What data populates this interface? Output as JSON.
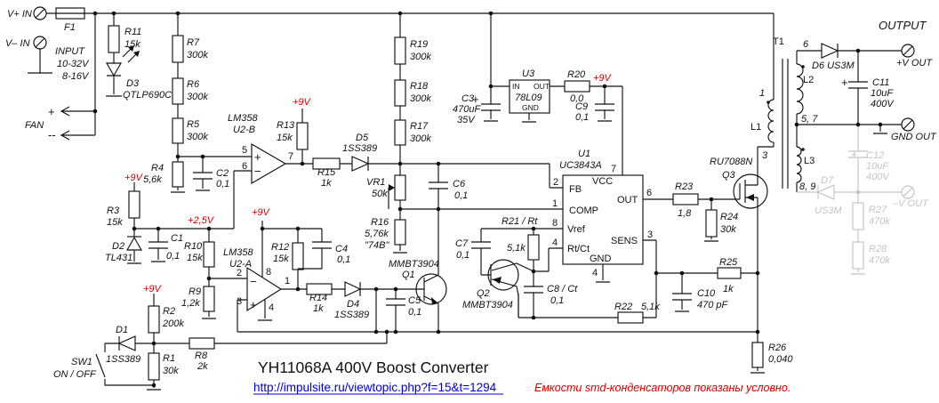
{
  "t": {
    "v_plus_in": "V+ IN",
    "v_minus_in": "V– IN",
    "f1": "F1",
    "input1": "INPUT",
    "input2": "10-32V",
    "input3": "8-16V",
    "fan": "FAN",
    "fan_plus": "+",
    "fan_minus": "--",
    "r11": "R11",
    "r13": "R13",
    "r3": "R3",
    "r10": "R10",
    "r12": "R12",
    "v15k": "15k",
    "d3": "D3",
    "d3_part": "QTLP690C",
    "r7": "R7",
    "r6": "R6",
    "r5": "R5",
    "r19": "R19",
    "r18": "R18",
    "r17": "R17",
    "v300k": "300k",
    "r4": "R4",
    "v5_6k": "5,6k",
    "c1": "C1",
    "c2": "C2",
    "c4": "C4",
    "c5": "C5",
    "c6": "C6",
    "c7": "C7",
    "c9": "C9",
    "v0_1": "0,1",
    "lm358": "LM358",
    "u2b": "U2-B",
    "u2a": "U2-A",
    "p1": "1",
    "p2": "2",
    "p3": "3",
    "p4": "4",
    "p5": "5",
    "p6": "6",
    "p7": "7",
    "p8": "8",
    "sign_plus": "+",
    "sign_minus": "−",
    "p9v": "+9V",
    "p2_5v": "+2,5V",
    "r15": "R15",
    "r14": "R14",
    "v1k": "1k",
    "d5": "D5",
    "d4": "D4",
    "d1": "D1",
    "ss389": "1SS389",
    "d2": "D2",
    "tl431": "TL431",
    "r9": "R9",
    "v1_2k": "1,2k",
    "r2": "R2",
    "v200k": "200k",
    "r1": "R1",
    "v30k": "30k",
    "r8": "R8",
    "v2k": "2k",
    "sw1": "SW1",
    "on_off": "ON / OFF",
    "vr1": "VR1",
    "v50k": "50k",
    "r16": "R16",
    "v5_76k": "5,76k",
    "v74b": "\"74B\"",
    "mmbt3904": "MMBT3904",
    "q1": "Q1",
    "q2": "Q2",
    "q3": "Q3",
    "q3_part": "RU7088N",
    "u3": "U3",
    "u3_part": "78L09",
    "pin_in": "IN",
    "pin_out": "OUT",
    "pin_gnd": "GND",
    "c3": "C3",
    "v470uf": "470uF",
    "v35v": "35V",
    "r20": "R20",
    "v0_0": "0,0",
    "u1": "U1",
    "u1_part": "UC3843A",
    "fb": "FB",
    "comp": "COMP",
    "vref": "Vref",
    "rtct": "Rt/Ct",
    "vcc": "VCC",
    "out": "OUT",
    "sens": "SENS",
    "gnd": "GND",
    "r21rt": "R21 / Rt",
    "v5_1k": "5,1k",
    "c8ct": "C8 / Ct",
    "r22": "R22",
    "r23": "R23",
    "v1_8": "1,8",
    "r24": "R24",
    "r25": "R25",
    "c10": "C10",
    "v470pf": "470 pF",
    "r26": "R26",
    "v0_040": "0,040",
    "t1": "T1",
    "l1": "L1",
    "l2": "L2",
    "l3": "L3",
    "p57": "5, 7",
    "p89": "8, 9",
    "d6": "D6 US3M",
    "c11": "C11",
    "v10uf": "10uF",
    "v400v": "400V",
    "output": "OUTPUT",
    "v_out_p": "+V OUT",
    "gnd_out": "GND OUT",
    "v_out_m": "–V OUT",
    "c12": "C12",
    "d7": "D7",
    "us3m": "US3M",
    "r27": "R27",
    "r28": "R28",
    "v470k": "470k",
    "title": "YH11068A   400V Boost Converter",
    "link": "http://impulsite.ru/viewtopic.php?f=15&t=1294",
    "note": "Емкости smd-конденсаторов показаны условно."
  },
  "colors": {
    "ink": "#111111",
    "accent_red": "#d40000",
    "link_blue": "#0000cc",
    "ghost": "#c4c4c4",
    "background": "#ffffff"
  }
}
